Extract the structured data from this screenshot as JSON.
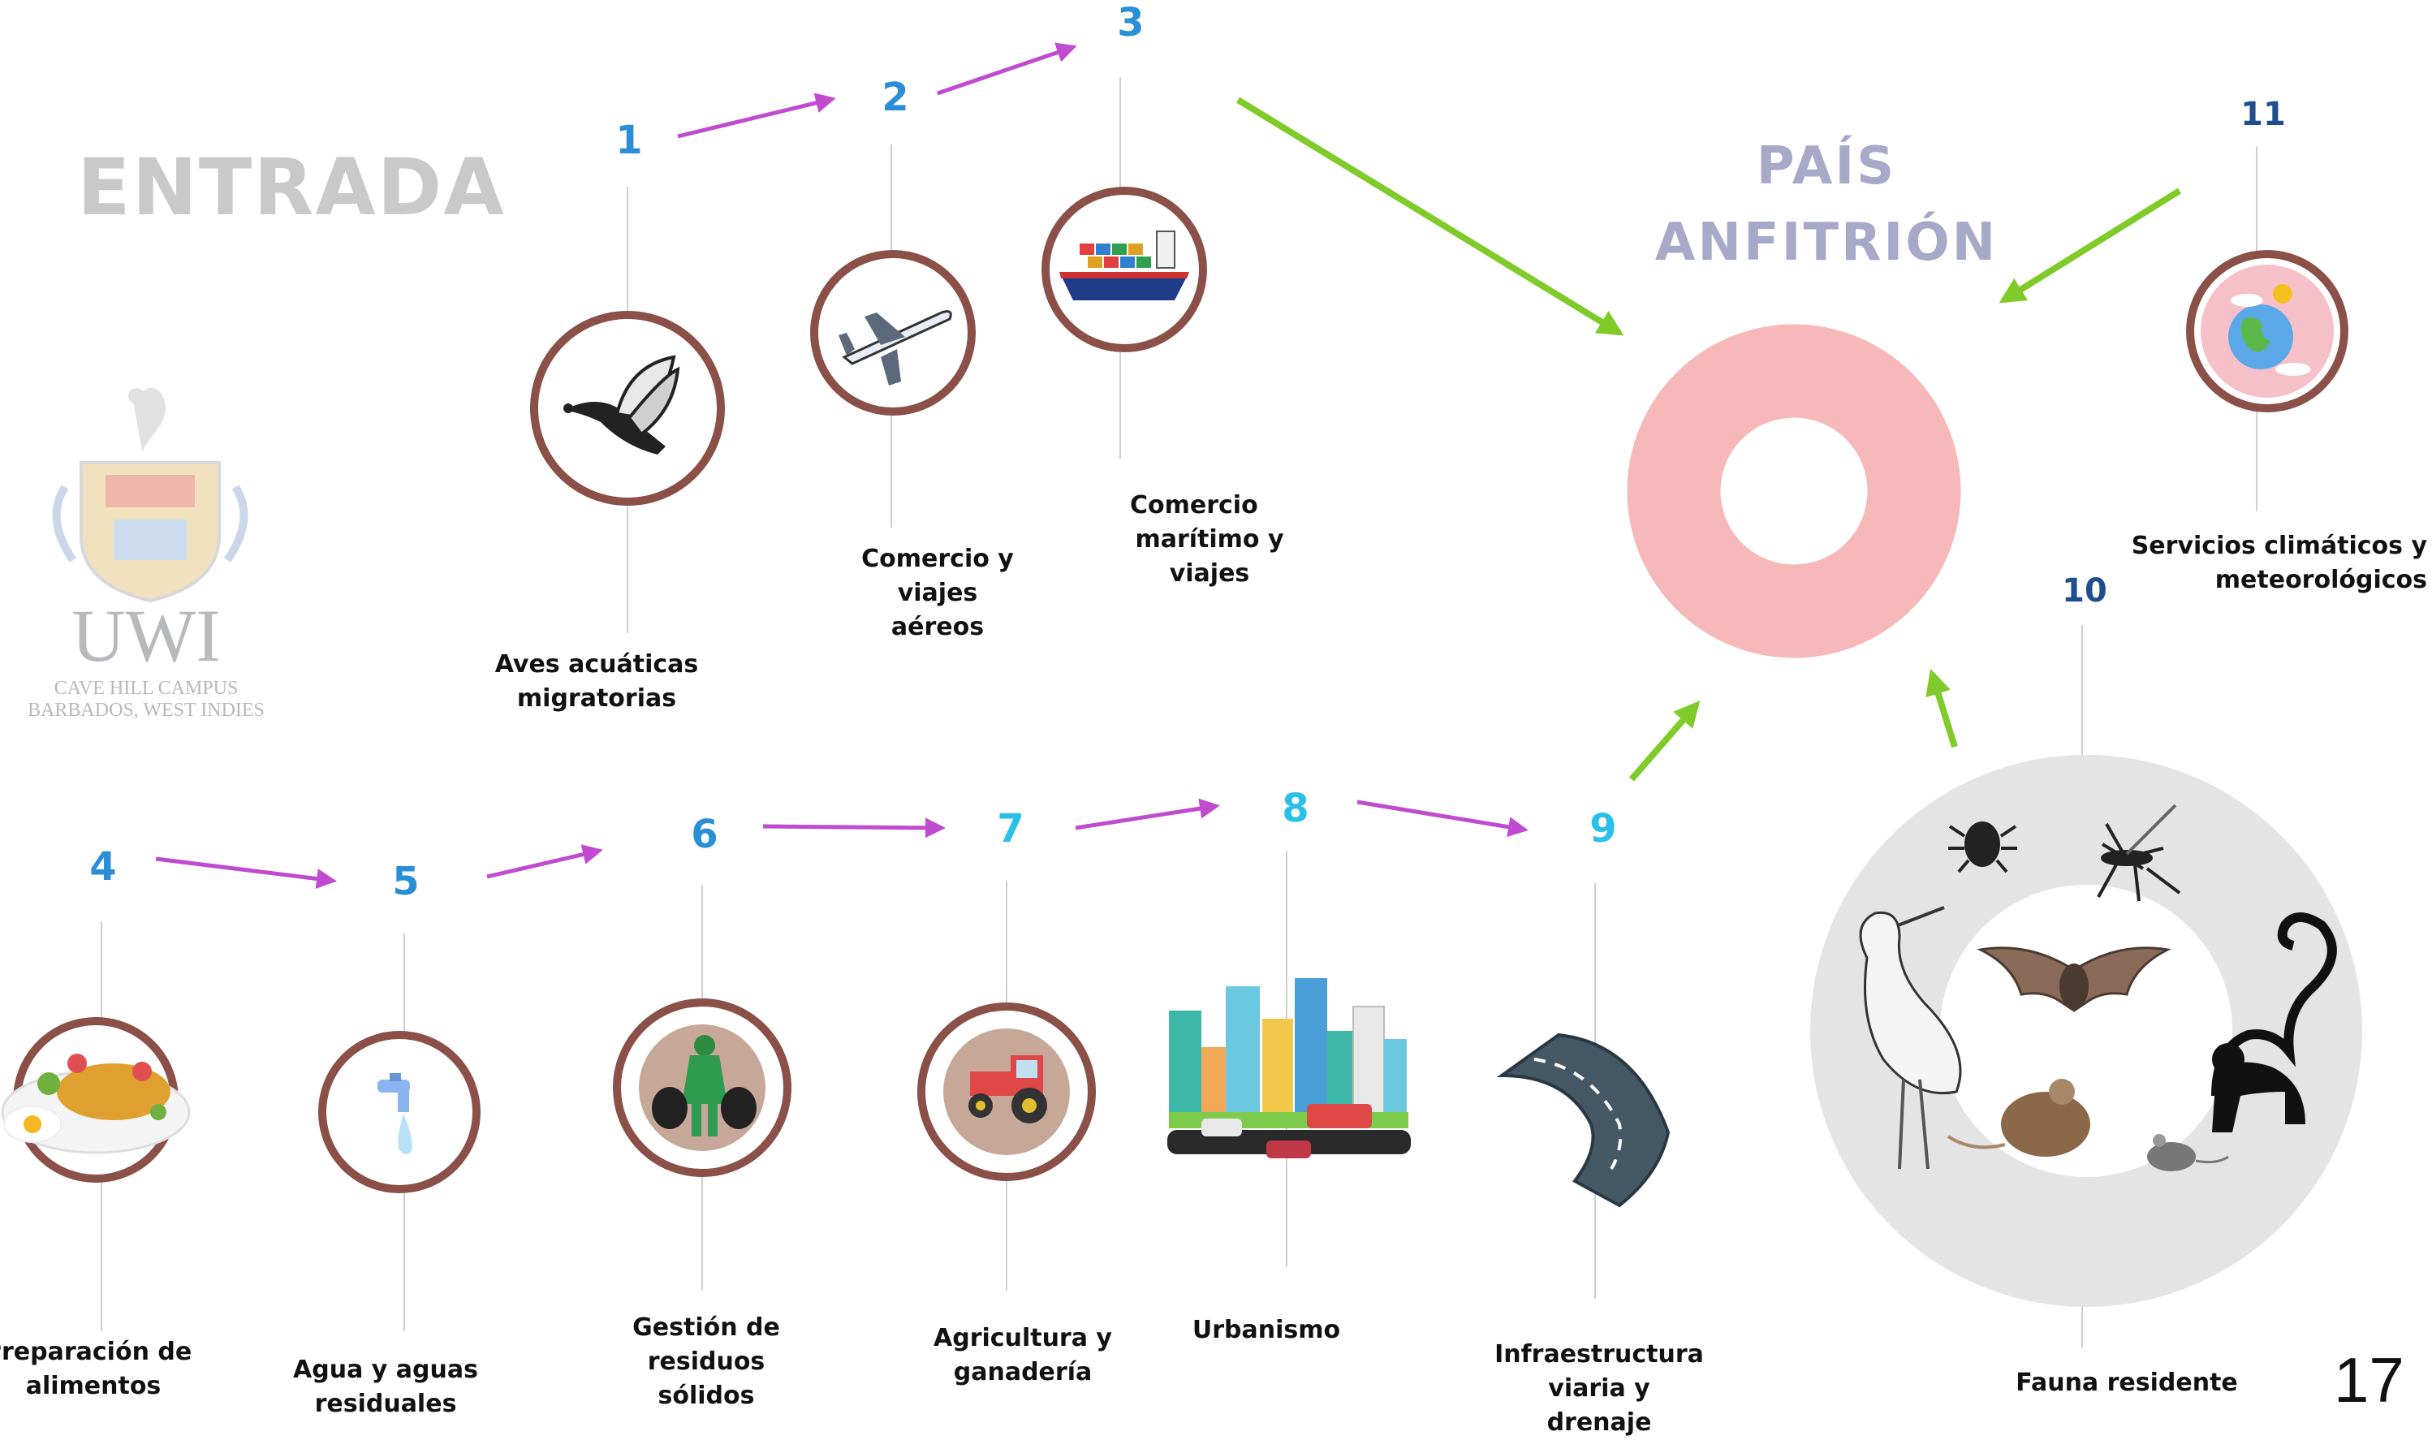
{
  "entry_title": "ENTRADA",
  "host_title": [
    "PAÍS",
    "ANFITRIÓN"
  ],
  "page_number": "17",
  "logo": {
    "name": "UWI",
    "line1": "CAVE HILL CAMPUS",
    "line2": "BARBADOS, WEST INDIES"
  },
  "nodes": [
    {
      "num": "1",
      "label": [
        "Aves acuáticas",
        "migratorias"
      ],
      "icon": "goose-icon"
    },
    {
      "num": "2",
      "label": [
        "Comercio y",
        "viajes",
        "aéreos"
      ],
      "icon": "airplane-icon"
    },
    {
      "num": "3",
      "label": [
        "Comercio",
        "marítimo y",
        "viajes"
      ],
      "icon": "cargo-ship-icon"
    },
    {
      "num": "4",
      "label": [
        "Preparación de",
        "alimentos"
      ],
      "icon": "food-plate-icon"
    },
    {
      "num": "5",
      "label": [
        "Agua y aguas",
        "residuales"
      ],
      "icon": "water-tap-icon"
    },
    {
      "num": "6",
      "label": [
        "Gestión de",
        "residuos",
        "sólidos"
      ],
      "icon": "waste-worker-icon"
    },
    {
      "num": "7",
      "label": [
        "Agricultura y",
        "ganadería"
      ],
      "icon": "tractor-icon"
    },
    {
      "num": "8",
      "label": [
        "Urbanismo"
      ],
      "icon": "city-icon"
    },
    {
      "num": "9",
      "label": [
        "Infraestructura",
        "viaria y",
        "drenaje"
      ],
      "icon": "road-icon"
    },
    {
      "num": "10",
      "label": [
        "Fauna residente"
      ],
      "icon": "wildlife-ring-icon"
    },
    {
      "num": "11",
      "label": [
        "Servicios climáticos y",
        "meteorológicos"
      ],
      "icon": "globe-weather-icon"
    }
  ],
  "colors": {
    "num_blue": "#2b8fd8",
    "num_cyan": "#29c0ea",
    "num_navy": "#1f4e8c",
    "magenta_arrow": "#c04bd0",
    "green_arrow": "#7fcb2a",
    "ring_brown": "#8b5048",
    "host_ring": "#f6b8b8",
    "fauna_ring": "#e4e4e4"
  }
}
